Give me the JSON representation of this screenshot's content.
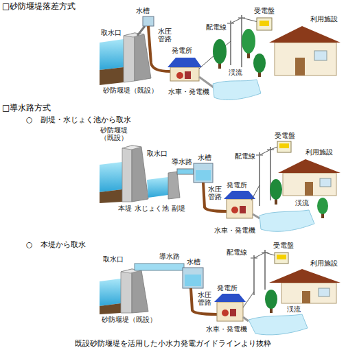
{
  "diagram": {
    "caption": "既設砂防堰堤を活用した小水力発電ガイドラインより抜粋",
    "labels": [
      "□砂防堰堤落差方式",
      "水槽",
      "受電盤",
      "利用施設",
      "配電線",
      "取水口",
      "水圧管路",
      "発電所",
      "渓流",
      "砂防堰堤（既設）",
      "水車・発電機",
      "□導水路方式",
      "○　副堤・水じょく池から取水",
      "砂防堰堤（既設）",
      "受電盤",
      "取水口",
      "利用施設",
      "配電線",
      "導水路",
      "水槽",
      "発電所",
      "水圧管路",
      "渓流",
      "本堤",
      "水じょく池",
      "副堤",
      "水車・発電機",
      "○　本堤から取水",
      "受電盤",
      "配電線",
      "導水路",
      "取水口",
      "水槽",
      "利用施設",
      "発電所",
      "水圧管路",
      "渓流",
      "砂防堰堤（既設）",
      "水車・発電機"
    ]
  }
}
